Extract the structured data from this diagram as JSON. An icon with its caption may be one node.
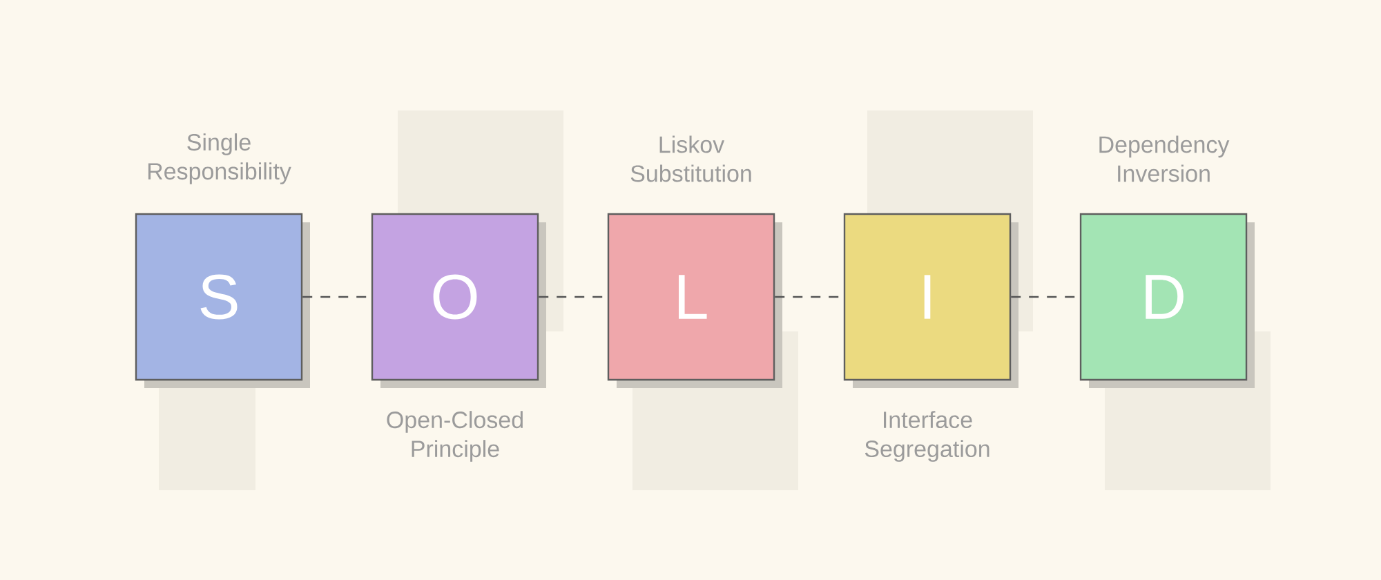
{
  "diagram": {
    "nodes": [
      {
        "text": [
          "S"
        ],
        "beside": [
          "Single Responsibility"
        ]
      },
      {
        "text": [
          "O"
        ],
        "beside": [
          "Open-Closed Principle"
        ]
      },
      {
        "text": [
          "L"
        ],
        "beside": [
          "Liskov Substitution"
        ]
      },
      {
        "text": [
          "I"
        ],
        "beside": [
          "Interface Segregation"
        ]
      },
      {
        "text": [
          "D"
        ],
        "beside": [
          "Dependency Inversion"
        ]
      }
    ],
    "edges": [
      {
        "from": 0,
        "to": 1,
        "arrow": "none",
        "style": "dashed"
      },
      {
        "from": 1,
        "to": 2,
        "arrow": "none",
        "style": "dashed"
      },
      {
        "from": 2,
        "to": 3,
        "arrow": "none",
        "style": "dashed"
      },
      {
        "from": 3,
        "to": 4,
        "arrow": "none",
        "style": "dashed"
      }
    ]
  }
}
